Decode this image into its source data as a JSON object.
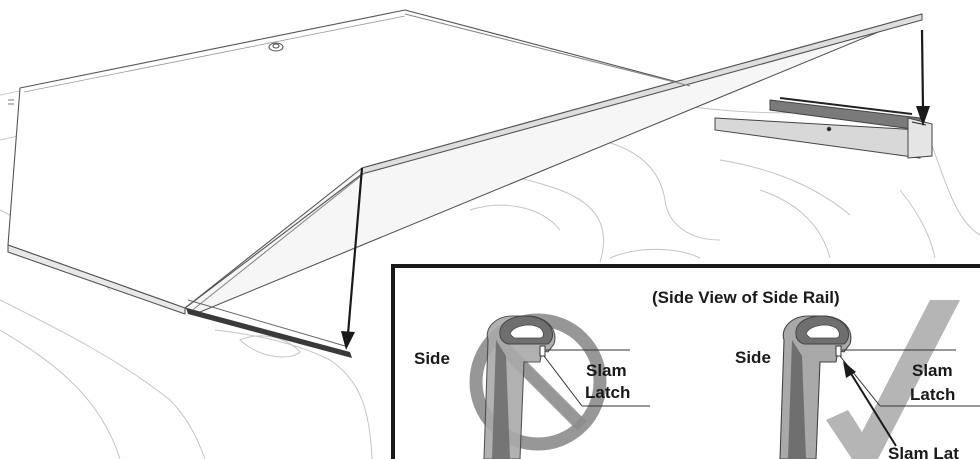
{
  "inset": {
    "title": "(Side View of Side Rail)",
    "left": {
      "side_label": "Side",
      "callout_line1": "Slam",
      "callout_line2": "Latch"
    },
    "right": {
      "side_label": "Side",
      "callout_line1": "Slam",
      "callout_line2": "Latch",
      "arrow_label": "Slam Lat"
    }
  },
  "colors": {
    "line": "#555555",
    "rail_dark": "#6f6f6f",
    "rail_light": "#b9b9b9",
    "no_symbol": "#8c8c8c",
    "check": "#a8a8a8",
    "frame": "#1a1a1a"
  }
}
